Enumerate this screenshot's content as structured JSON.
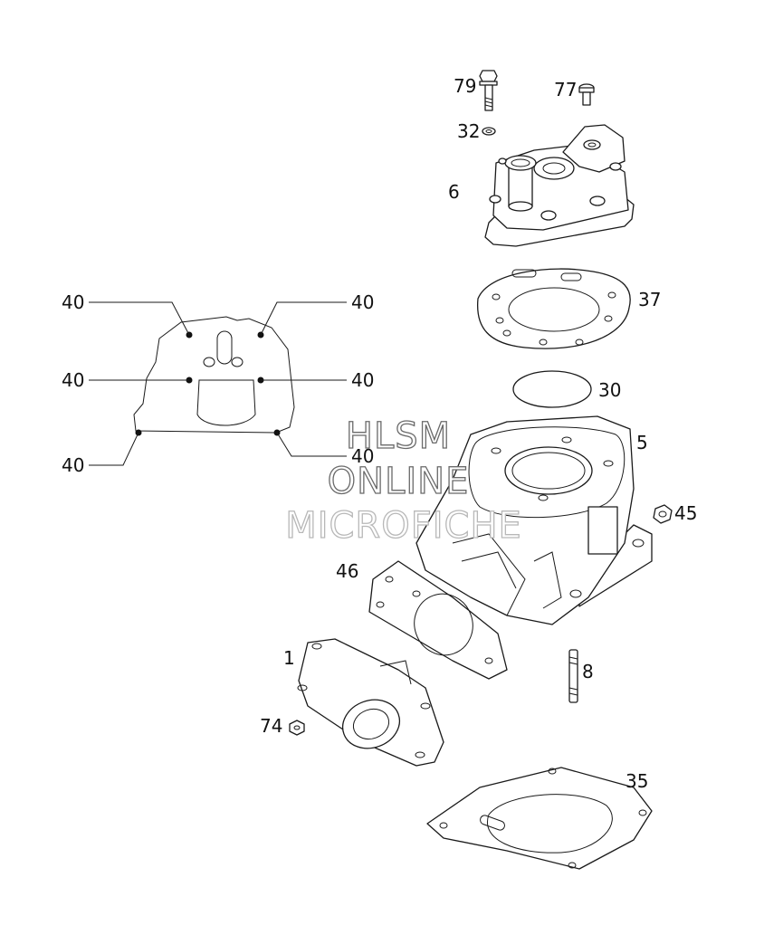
{
  "callouts": [
    {
      "key": "c79",
      "text": "79"
    },
    {
      "key": "c77",
      "text": "77"
    },
    {
      "key": "c32",
      "text": "32"
    },
    {
      "key": "c6",
      "text": "6"
    },
    {
      "key": "c37",
      "text": "37"
    },
    {
      "key": "c30",
      "text": "30"
    },
    {
      "key": "c5",
      "text": "5"
    },
    {
      "key": "c45",
      "text": "45"
    },
    {
      "key": "c46",
      "text": "46"
    },
    {
      "key": "c1",
      "text": "1"
    },
    {
      "key": "c8",
      "text": "8"
    },
    {
      "key": "c74",
      "text": "74"
    },
    {
      "key": "c35",
      "text": "35"
    },
    {
      "key": "c40a",
      "text": "40"
    },
    {
      "key": "c40b",
      "text": "40"
    },
    {
      "key": "c40c",
      "text": "40"
    },
    {
      "key": "c40d",
      "text": "40"
    },
    {
      "key": "c40e",
      "text": "40"
    },
    {
      "key": "c40f",
      "text": "40"
    }
  ],
  "watermark": {
    "line1": "HLSM",
    "line2": "ONLINE",
    "line3": "MICROFICHE"
  },
  "colors": {
    "ink": "#1a1a1a",
    "background": "#ffffff",
    "watermark_stroke": "#6a6a6a"
  }
}
